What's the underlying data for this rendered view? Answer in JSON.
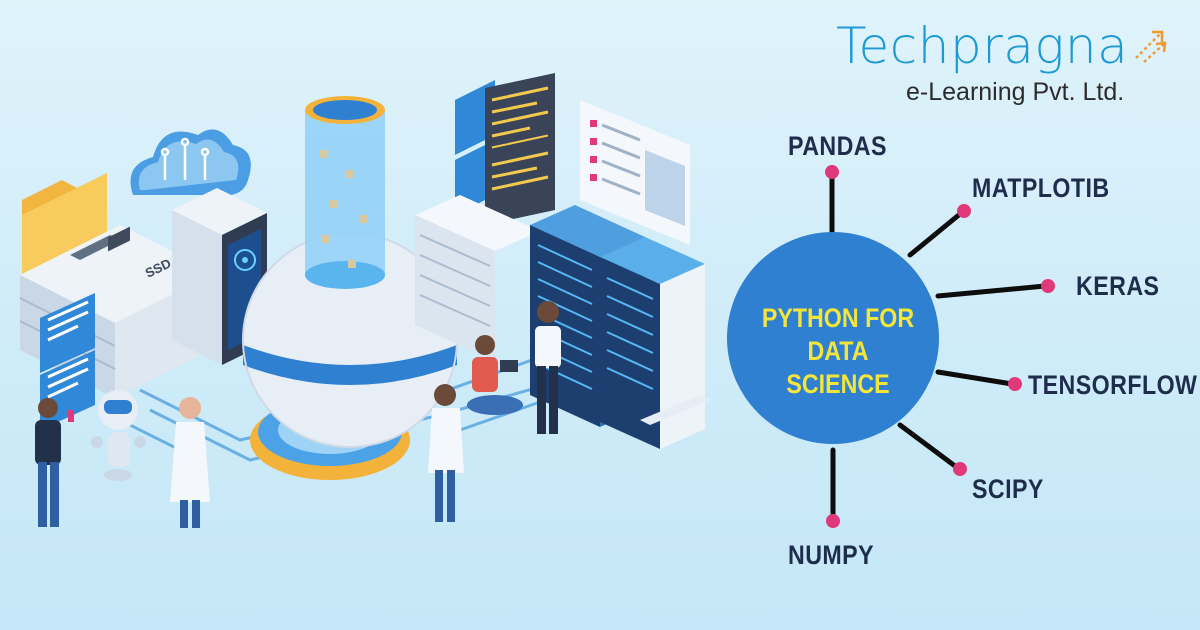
{
  "brand": {
    "name": "Techpragna",
    "subtitle": "e-Learning Pvt. Ltd."
  },
  "illustration": {
    "ssd_label": "SSD"
  },
  "diagram": {
    "hub": {
      "line1": "PYTHON FOR",
      "line2": "DATA SCIENCE",
      "fill": "#2f80d1",
      "text_color": "#f3e53a"
    },
    "spokes": [
      {
        "id": "pandas",
        "label": "PANDAS"
      },
      {
        "id": "matplotib",
        "label": "MATPLOTIB"
      },
      {
        "id": "keras",
        "label": "KERAS"
      },
      {
        "id": "tensorflow",
        "label": "TENSORFLOW"
      },
      {
        "id": "scipy",
        "label": "SCIPY"
      },
      {
        "id": "numpy",
        "label": "NUMPY"
      }
    ],
    "spoke_color": "#0d0d0d",
    "dot_color": "#e0397a"
  },
  "colors": {
    "background": "#d5eff9",
    "brand_blue": "#1d9ad6",
    "brand_orange": "#f29a2e",
    "label_color": "#1f2d4c"
  }
}
